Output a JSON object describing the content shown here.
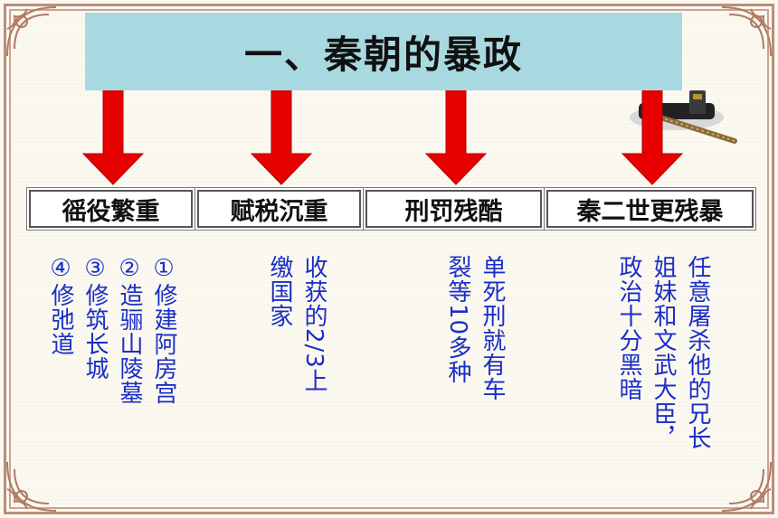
{
  "title": "一、秦朝的暴政",
  "categories": [
    {
      "label": "徭役繁重",
      "details": [
        "①修建阿房宫",
        "②造骊山陵墓",
        "③修筑长城",
        "④修弛道"
      ]
    },
    {
      "label": "赋税沉重",
      "details": [
        "收获的2/3上",
        "缴国家"
      ]
    },
    {
      "label": "刑罚残酷",
      "details": [
        "单死刑就有车",
        "裂等10多种"
      ]
    },
    {
      "label": "秦二世更残暴",
      "details": [
        "任意屠杀他的兄长",
        "姐妹和文武大臣，",
        "政治十分黑暗"
      ]
    }
  ],
  "colors": {
    "arrow": "#e60000",
    "detail_text": "#1a2ec7",
    "title_bg": "#a9d9e0",
    "frame": "#b78f7c"
  }
}
